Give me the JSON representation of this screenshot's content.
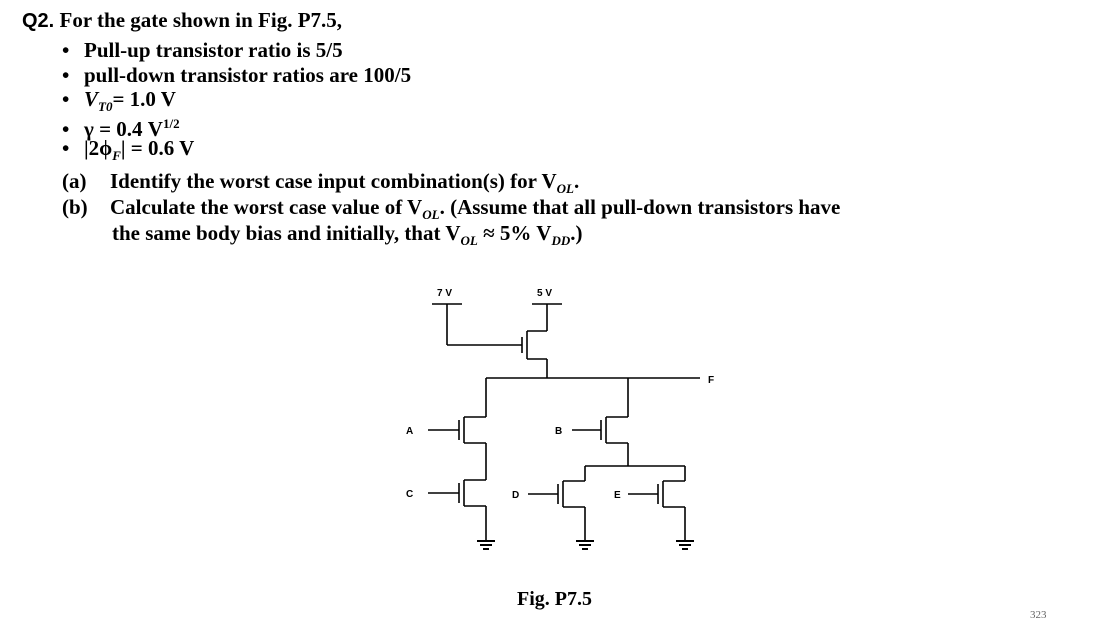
{
  "question": {
    "number": "Q2.",
    "intro": "For the gate shown in Fig. P7.5,",
    "bullets": {
      "b1": "Pull-up transistor ratio is 5/5",
      "b2": "pull-down transistor ratios are 100/5",
      "b3_sym": "V",
      "b3_sub": "T0",
      "b3_val": "= 1.0 V",
      "b4_pre": "γ = 0.4 V",
      "b4_sup": "1/2",
      "b5_pre": "|2ϕ",
      "b5_sub": "F",
      "b5_post": "| = 0.6 V"
    },
    "part_a": {
      "label": "(a)",
      "text": "Identify the worst case input combination(s) for V",
      "sub": "OL",
      "end": "."
    },
    "part_b": {
      "label": "(b)",
      "text1": "Calculate the worst case value of V",
      "sub1": "OL",
      "text2": ". (Assume that all pull-down transistors have",
      "line2": "the same body bias and initially, that V",
      "sub2": "OL",
      "line2b": " ≈ 5% V",
      "sub3": "DD",
      "line2c": ".)"
    }
  },
  "figure": {
    "supply_gate": "7 V",
    "supply_drain": "5 V",
    "output": "F",
    "inputs": {
      "a": "A",
      "b": "B",
      "c": "C",
      "d": "D",
      "e": "E"
    },
    "caption": "Fig. P7.5"
  },
  "page_number": "323"
}
